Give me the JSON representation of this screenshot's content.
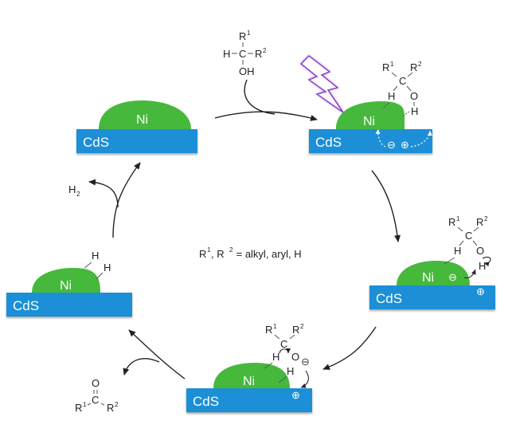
{
  "colors": {
    "cds": "#1a8fd6",
    "ni": "#46b83c",
    "light": "#a25bd1",
    "arrow": "#222222"
  },
  "labels": {
    "cds": "CdS",
    "ni": "Ni",
    "h": "H",
    "h2": "H",
    "h2_sub": "2",
    "c": "C",
    "o": "O",
    "oh": "OH",
    "r": "R",
    "sup1": "1",
    "sup2": "2",
    "minus": "⊖",
    "plus": "⊕",
    "dash": "–"
  },
  "note": {
    "r1": "R",
    "s1": "1",
    "comma": ", R",
    "s2": "2",
    "rest": " = alkyl, aryl, H"
  },
  "states": [
    {
      "id": "catalyst-resting",
      "description": "Ni on CdS"
    },
    {
      "id": "photoexcited-adsorbed",
      "description": "Light excitation, alcohol adsorbed; e⊖ and h⊕ separated"
    },
    {
      "id": "oh-deprotonation",
      "description": "Ni⊖ abstracts H from O–H; hole ⊕ on CdS"
    },
    {
      "id": "alkoxide-intermediate",
      "description": "C–H cleavage on alkoxide; ⊕ on CdS"
    },
    {
      "id": "nickel-dihydride",
      "description": "Ni bearing two H atoms"
    }
  ],
  "species": {
    "substrate": "R1-CH(OH)-R2 (alcohol)",
    "product_ketone": "R1-C(=O)-R2",
    "product_gas": "H2"
  }
}
